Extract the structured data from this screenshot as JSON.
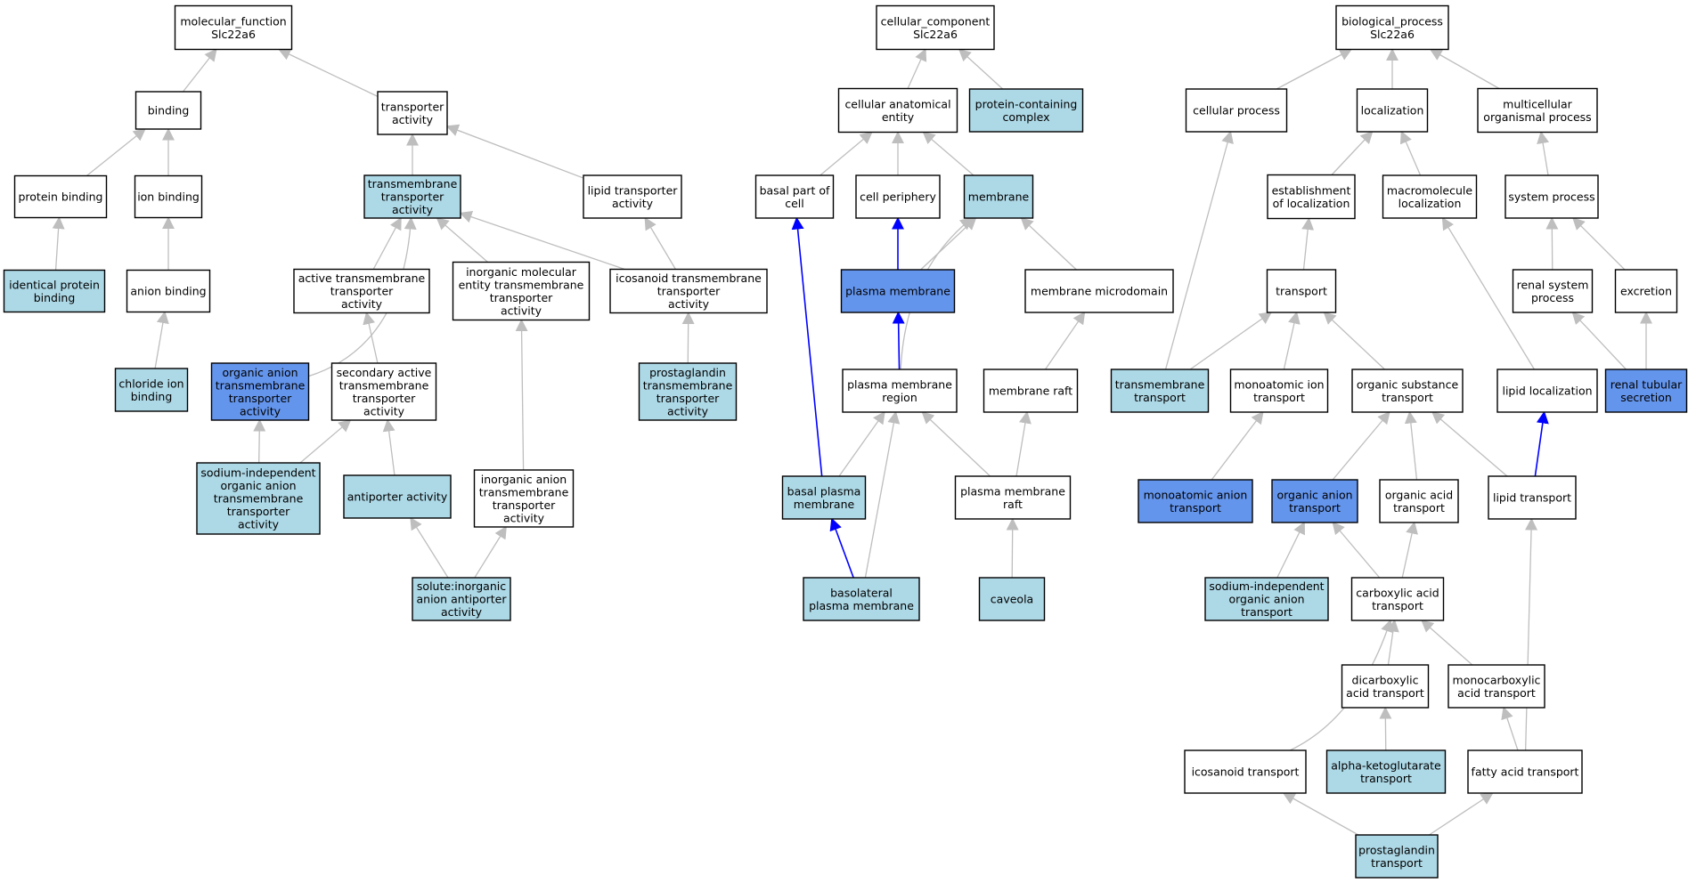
{
  "colors": {
    "plain": "#ffffff",
    "light": "#add8e6",
    "highlight": "#6495ed",
    "edge_normal": "#bebebe",
    "edge_highlight": "#0000ff"
  },
  "nodes": [
    {
      "id": "mf",
      "lines": [
        "molecular_function",
        "Slc22a6"
      ],
      "style": "plain"
    },
    {
      "id": "binding",
      "lines": [
        "binding"
      ],
      "style": "plain"
    },
    {
      "id": "transporter_activity",
      "lines": [
        "transporter",
        "activity"
      ],
      "style": "plain"
    },
    {
      "id": "protein_binding",
      "lines": [
        "protein binding"
      ],
      "style": "plain"
    },
    {
      "id": "ion_binding",
      "lines": [
        "ion binding"
      ],
      "style": "plain"
    },
    {
      "id": "tm_transporter",
      "lines": [
        "transmembrane",
        "transporter",
        "activity"
      ],
      "style": "light"
    },
    {
      "id": "lipid_transporter",
      "lines": [
        "lipid transporter",
        "activity"
      ],
      "style": "plain"
    },
    {
      "id": "identical_protein_binding",
      "lines": [
        "identical protein",
        "binding"
      ],
      "style": "light"
    },
    {
      "id": "anion_binding",
      "lines": [
        "anion binding"
      ],
      "style": "plain"
    },
    {
      "id": "active_tm",
      "lines": [
        "active transmembrane",
        "transporter",
        "activity"
      ],
      "style": "plain"
    },
    {
      "id": "inorganic_mol",
      "lines": [
        "inorganic molecular",
        "entity transmembrane",
        "transporter",
        "activity"
      ],
      "style": "plain"
    },
    {
      "id": "icosanoid_tm",
      "lines": [
        "icosanoid transmembrane",
        "transporter",
        "activity"
      ],
      "style": "plain"
    },
    {
      "id": "chloride_binding",
      "lines": [
        "chloride ion",
        "binding"
      ],
      "style": "light"
    },
    {
      "id": "organic_anion_tm",
      "lines": [
        "organic anion",
        "transmembrane",
        "transporter",
        "activity"
      ],
      "style": "highlight"
    },
    {
      "id": "secondary_active",
      "lines": [
        "secondary active",
        "transmembrane",
        "transporter",
        "activity"
      ],
      "style": "plain"
    },
    {
      "id": "prostaglandin_tm",
      "lines": [
        "prostaglandin",
        "transmembrane",
        "transporter",
        "activity"
      ],
      "style": "light"
    },
    {
      "id": "sodium_indep_oa_tm",
      "lines": [
        "sodium-independent",
        "organic anion",
        "transmembrane",
        "transporter",
        "activity"
      ],
      "style": "light"
    },
    {
      "id": "antiporter",
      "lines": [
        "antiporter activity"
      ],
      "style": "light"
    },
    {
      "id": "inorganic_anion_tm",
      "lines": [
        "inorganic anion",
        "transmembrane",
        "transporter",
        "activity"
      ],
      "style": "plain"
    },
    {
      "id": "solute_antiporter",
      "lines": [
        "solute:inorganic",
        "anion antiporter",
        "activity"
      ],
      "style": "light"
    },
    {
      "id": "cc",
      "lines": [
        "cellular_component",
        "Slc22a6"
      ],
      "style": "plain"
    },
    {
      "id": "cell_anat",
      "lines": [
        "cellular anatomical",
        "entity"
      ],
      "style": "plain"
    },
    {
      "id": "protein_complex",
      "lines": [
        "protein-containing",
        "complex"
      ],
      "style": "light"
    },
    {
      "id": "basal_part",
      "lines": [
        "basal part of",
        "cell"
      ],
      "style": "plain"
    },
    {
      "id": "cell_periphery",
      "lines": [
        "cell periphery"
      ],
      "style": "plain"
    },
    {
      "id": "membrane",
      "lines": [
        "membrane"
      ],
      "style": "light"
    },
    {
      "id": "plasma_membrane",
      "lines": [
        "plasma membrane"
      ],
      "style": "highlight"
    },
    {
      "id": "membrane_microdomain",
      "lines": [
        "membrane microdomain"
      ],
      "style": "plain"
    },
    {
      "id": "pm_region",
      "lines": [
        "plasma membrane",
        "region"
      ],
      "style": "plain"
    },
    {
      "id": "membrane_raft",
      "lines": [
        "membrane raft"
      ],
      "style": "plain"
    },
    {
      "id": "basal_pm",
      "lines": [
        "basal plasma",
        "membrane"
      ],
      "style": "light"
    },
    {
      "id": "pm_raft",
      "lines": [
        "plasma membrane",
        "raft"
      ],
      "style": "plain"
    },
    {
      "id": "basolateral_pm",
      "lines": [
        "basolateral",
        "plasma membrane"
      ],
      "style": "light"
    },
    {
      "id": "caveola",
      "lines": [
        "caveola"
      ],
      "style": "light"
    },
    {
      "id": "bp",
      "lines": [
        "biological_process",
        "Slc22a6"
      ],
      "style": "plain"
    },
    {
      "id": "cellular_process",
      "lines": [
        "cellular process"
      ],
      "style": "plain"
    },
    {
      "id": "localization",
      "lines": [
        "localization"
      ],
      "style": "plain"
    },
    {
      "id": "multicellular",
      "lines": [
        "multicellular",
        "organismal process"
      ],
      "style": "plain"
    },
    {
      "id": "establishment",
      "lines": [
        "establishment",
        "of localization"
      ],
      "style": "plain"
    },
    {
      "id": "macromolecule_loc",
      "lines": [
        "macromolecule",
        "localization"
      ],
      "style": "plain"
    },
    {
      "id": "system_process",
      "lines": [
        "system process"
      ],
      "style": "plain"
    },
    {
      "id": "transport",
      "lines": [
        "transport"
      ],
      "style": "plain"
    },
    {
      "id": "renal_system",
      "lines": [
        "renal system",
        "process"
      ],
      "style": "plain"
    },
    {
      "id": "excretion",
      "lines": [
        "excretion"
      ],
      "style": "plain"
    },
    {
      "id": "tm_transport",
      "lines": [
        "transmembrane",
        "transport"
      ],
      "style": "light"
    },
    {
      "id": "monoatomic_ion",
      "lines": [
        "monoatomic ion",
        "transport"
      ],
      "style": "plain"
    },
    {
      "id": "organic_substance",
      "lines": [
        "organic substance",
        "transport"
      ],
      "style": "plain"
    },
    {
      "id": "lipid_localization",
      "lines": [
        "lipid localization"
      ],
      "style": "plain"
    },
    {
      "id": "renal_tubular",
      "lines": [
        "renal tubular",
        "secretion"
      ],
      "style": "highlight"
    },
    {
      "id": "monoatomic_anion",
      "lines": [
        "monoatomic anion",
        "transport"
      ],
      "style": "highlight"
    },
    {
      "id": "organic_anion",
      "lines": [
        "organic anion",
        "transport"
      ],
      "style": "highlight"
    },
    {
      "id": "organic_acid",
      "lines": [
        "organic acid",
        "transport"
      ],
      "style": "plain"
    },
    {
      "id": "lipid_transport",
      "lines": [
        "lipid transport"
      ],
      "style": "plain"
    },
    {
      "id": "sodium_indep_oa",
      "lines": [
        "sodium-independent",
        "organic anion",
        "transport"
      ],
      "style": "light"
    },
    {
      "id": "carboxylic",
      "lines": [
        "carboxylic acid",
        "transport"
      ],
      "style": "plain"
    },
    {
      "id": "dicarboxylic",
      "lines": [
        "dicarboxylic",
        "acid transport"
      ],
      "style": "plain"
    },
    {
      "id": "monocarboxylic",
      "lines": [
        "monocarboxylic",
        "acid transport"
      ],
      "style": "plain"
    },
    {
      "id": "icosanoid_transport",
      "lines": [
        "icosanoid transport"
      ],
      "style": "plain"
    },
    {
      "id": "alpha_keto",
      "lines": [
        "alpha-ketoglutarate",
        "transport"
      ],
      "style": "light"
    },
    {
      "id": "fatty_acid",
      "lines": [
        "fatty acid transport"
      ],
      "style": "plain"
    },
    {
      "id": "prostaglandin_transport",
      "lines": [
        "prostaglandin",
        "transport"
      ],
      "style": "light"
    }
  ],
  "edges": [
    {
      "from": "binding",
      "to": "mf",
      "style": "normal"
    },
    {
      "from": "transporter_activity",
      "to": "mf",
      "style": "normal"
    },
    {
      "from": "protein_binding",
      "to": "binding",
      "style": "normal"
    },
    {
      "from": "ion_binding",
      "to": "binding",
      "style": "normal"
    },
    {
      "from": "tm_transporter",
      "to": "transporter_activity",
      "style": "normal"
    },
    {
      "from": "lipid_transporter",
      "to": "transporter_activity",
      "style": "normal"
    },
    {
      "from": "identical_protein_binding",
      "to": "protein_binding",
      "style": "normal"
    },
    {
      "from": "anion_binding",
      "to": "ion_binding",
      "style": "normal"
    },
    {
      "from": "chloride_binding",
      "to": "anion_binding",
      "style": "normal"
    },
    {
      "from": "active_tm",
      "to": "tm_transporter",
      "style": "normal"
    },
    {
      "from": "inorganic_mol",
      "to": "tm_transporter",
      "style": "normal"
    },
    {
      "from": "icosanoid_tm",
      "to": "tm_transporter",
      "style": "normal"
    },
    {
      "from": "icosanoid_tm",
      "to": "lipid_transporter",
      "style": "normal"
    },
    {
      "from": "organic_anion_tm",
      "to": "tm_transporter",
      "style": "normal",
      "curve": true
    },
    {
      "from": "secondary_active",
      "to": "active_tm",
      "style": "normal"
    },
    {
      "from": "prostaglandin_tm",
      "to": "icosanoid_tm",
      "style": "normal"
    },
    {
      "from": "sodium_indep_oa_tm",
      "to": "organic_anion_tm",
      "style": "normal"
    },
    {
      "from": "sodium_indep_oa_tm",
      "to": "secondary_active",
      "style": "normal"
    },
    {
      "from": "antiporter",
      "to": "secondary_active",
      "style": "normal"
    },
    {
      "from": "inorganic_anion_tm",
      "to": "inorganic_mol",
      "style": "normal"
    },
    {
      "from": "solute_antiporter",
      "to": "antiporter",
      "style": "normal"
    },
    {
      "from": "solute_antiporter",
      "to": "inorganic_anion_tm",
      "style": "normal"
    },
    {
      "from": "cell_anat",
      "to": "cc",
      "style": "normal"
    },
    {
      "from": "protein_complex",
      "to": "cc",
      "style": "normal"
    },
    {
      "from": "basal_part",
      "to": "cell_anat",
      "style": "normal"
    },
    {
      "from": "cell_periphery",
      "to": "cell_anat",
      "style": "normal"
    },
    {
      "from": "membrane",
      "to": "cell_anat",
      "style": "normal"
    },
    {
      "from": "plasma_membrane",
      "to": "cell_periphery",
      "style": "highlight"
    },
    {
      "from": "plasma_membrane",
      "to": "membrane",
      "style": "normal"
    },
    {
      "from": "membrane_microdomain",
      "to": "membrane",
      "style": "normal"
    },
    {
      "from": "pm_region",
      "to": "plasma_membrane",
      "style": "highlight"
    },
    {
      "from": "pm_region",
      "to": "membrane",
      "style": "normal",
      "curve": true
    },
    {
      "from": "membrane_raft",
      "to": "membrane_microdomain",
      "style": "normal"
    },
    {
      "from": "basal_pm",
      "to": "basal_part",
      "style": "highlight"
    },
    {
      "from": "basal_pm",
      "to": "pm_region",
      "style": "normal"
    },
    {
      "from": "pm_raft",
      "to": "pm_region",
      "style": "normal"
    },
    {
      "from": "pm_raft",
      "to": "membrane_raft",
      "style": "normal"
    },
    {
      "from": "basolateral_pm",
      "to": "basal_pm",
      "style": "highlight"
    },
    {
      "from": "basolateral_pm",
      "to": "pm_region",
      "style": "normal"
    },
    {
      "from": "caveola",
      "to": "pm_raft",
      "style": "normal"
    },
    {
      "from": "cellular_process",
      "to": "bp",
      "style": "normal"
    },
    {
      "from": "localization",
      "to": "bp",
      "style": "normal"
    },
    {
      "from": "multicellular",
      "to": "bp",
      "style": "normal"
    },
    {
      "from": "establishment",
      "to": "localization",
      "style": "normal"
    },
    {
      "from": "macromolecule_loc",
      "to": "localization",
      "style": "normal"
    },
    {
      "from": "system_process",
      "to": "multicellular",
      "style": "normal"
    },
    {
      "from": "transport",
      "to": "establishment",
      "style": "normal"
    },
    {
      "from": "renal_system",
      "to": "system_process",
      "style": "normal"
    },
    {
      "from": "excretion",
      "to": "system_process",
      "style": "normal"
    },
    {
      "from": "tm_transport",
      "to": "cellular_process",
      "style": "normal"
    },
    {
      "from": "tm_transport",
      "to": "transport",
      "style": "normal"
    },
    {
      "from": "monoatomic_ion",
      "to": "transport",
      "style": "normal"
    },
    {
      "from": "organic_substance",
      "to": "transport",
      "style": "normal"
    },
    {
      "from": "lipid_localization",
      "to": "macromolecule_loc",
      "style": "normal"
    },
    {
      "from": "renal_tubular",
      "to": "renal_system",
      "style": "normal"
    },
    {
      "from": "renal_tubular",
      "to": "excretion",
      "style": "normal"
    },
    {
      "from": "monoatomic_anion",
      "to": "monoatomic_ion",
      "style": "normal"
    },
    {
      "from": "organic_anion",
      "to": "organic_substance",
      "style": "normal"
    },
    {
      "from": "organic_acid",
      "to": "organic_substance",
      "style": "normal"
    },
    {
      "from": "lipid_transport",
      "to": "organic_substance",
      "style": "normal"
    },
    {
      "from": "lipid_transport",
      "to": "lipid_localization",
      "style": "highlight"
    },
    {
      "from": "sodium_indep_oa",
      "to": "organic_anion",
      "style": "normal"
    },
    {
      "from": "carboxylic",
      "to": "organic_anion",
      "style": "normal"
    },
    {
      "from": "carboxylic",
      "to": "organic_acid",
      "style": "normal"
    },
    {
      "from": "dicarboxylic",
      "to": "carboxylic",
      "style": "normal"
    },
    {
      "from": "monocarboxylic",
      "to": "carboxylic",
      "style": "normal"
    },
    {
      "from": "icosanoid_transport",
      "to": "carboxylic",
      "style": "normal",
      "curve": true
    },
    {
      "from": "alpha_keto",
      "to": "dicarboxylic",
      "style": "normal"
    },
    {
      "from": "fatty_acid",
      "to": "monocarboxylic",
      "style": "normal"
    },
    {
      "from": "fatty_acid",
      "to": "lipid_transport",
      "style": "normal"
    },
    {
      "from": "prostaglandin_transport",
      "to": "icosanoid_transport",
      "style": "normal"
    },
    {
      "from": "prostaglandin_transport",
      "to": "fatty_acid",
      "style": "normal"
    }
  ]
}
